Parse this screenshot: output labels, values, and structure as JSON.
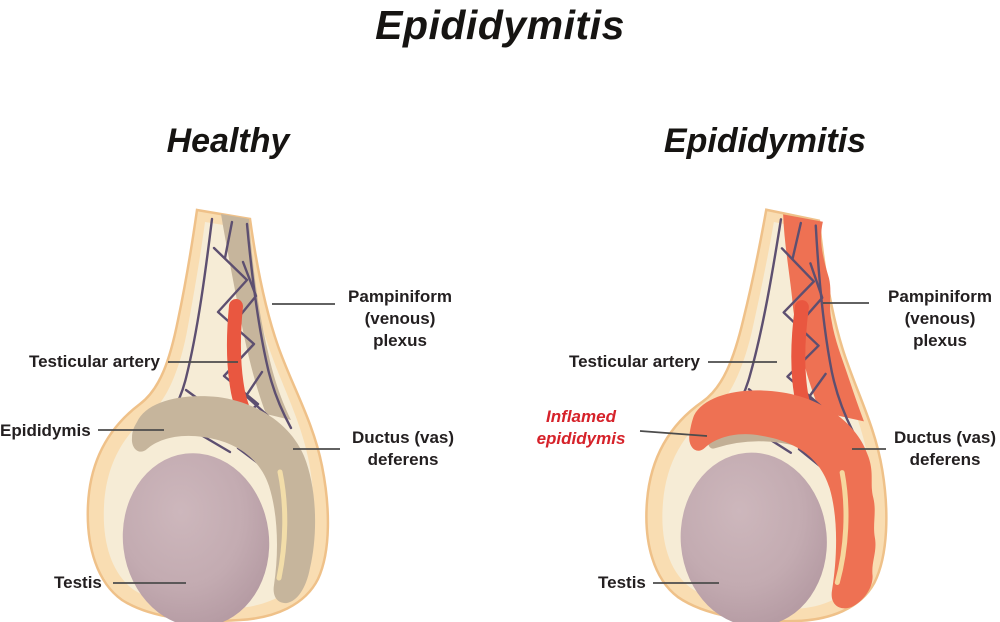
{
  "title": "Epididymitis",
  "left_panel": {
    "heading": "Healthy",
    "labels": {
      "pampiniform_line1": "Pampiniform",
      "pampiniform_line2": "(venous) plexus",
      "testicular_artery": "Testicular artery",
      "epididymis": "Epididymis",
      "ductus_line1": "Ductus (vas)",
      "ductus_line2": "deferens",
      "testis": "Testis"
    }
  },
  "right_panel": {
    "heading": "Epididymitis",
    "labels": {
      "pampiniform_line1": "Pampiniform",
      "pampiniform_line2": "(venous) plexus",
      "testicular_artery": "Testicular artery",
      "inflamed_line1": "Inflamed",
      "inflamed_line2": "epididymis",
      "ductus_line1": "Ductus (vas)",
      "ductus_line2": "deferens",
      "testis": "Testis"
    }
  },
  "colors": {
    "title_text": "#161412",
    "label_text": "#231f20",
    "inflamed_label_text": "#d6222a",
    "leader_line": "#4c4c4c",
    "sac_outline": "#efc189",
    "sac_fill": "#f9ddb2",
    "sac_inner": "#f6ecd6",
    "vein": "#5d4f70",
    "artery": "#e95740",
    "healthy_epididymis": "#c6b59c",
    "inflamed_epididymis": "#ee7153",
    "epididymis_underlay": "#c2af95",
    "testis_light": "#cdb7bc",
    "testis": "#c3abb1",
    "testis_shade": "#b0959e",
    "crease_healthy": "#f2dda9",
    "crease_inflamed": "#f6d79e"
  }
}
